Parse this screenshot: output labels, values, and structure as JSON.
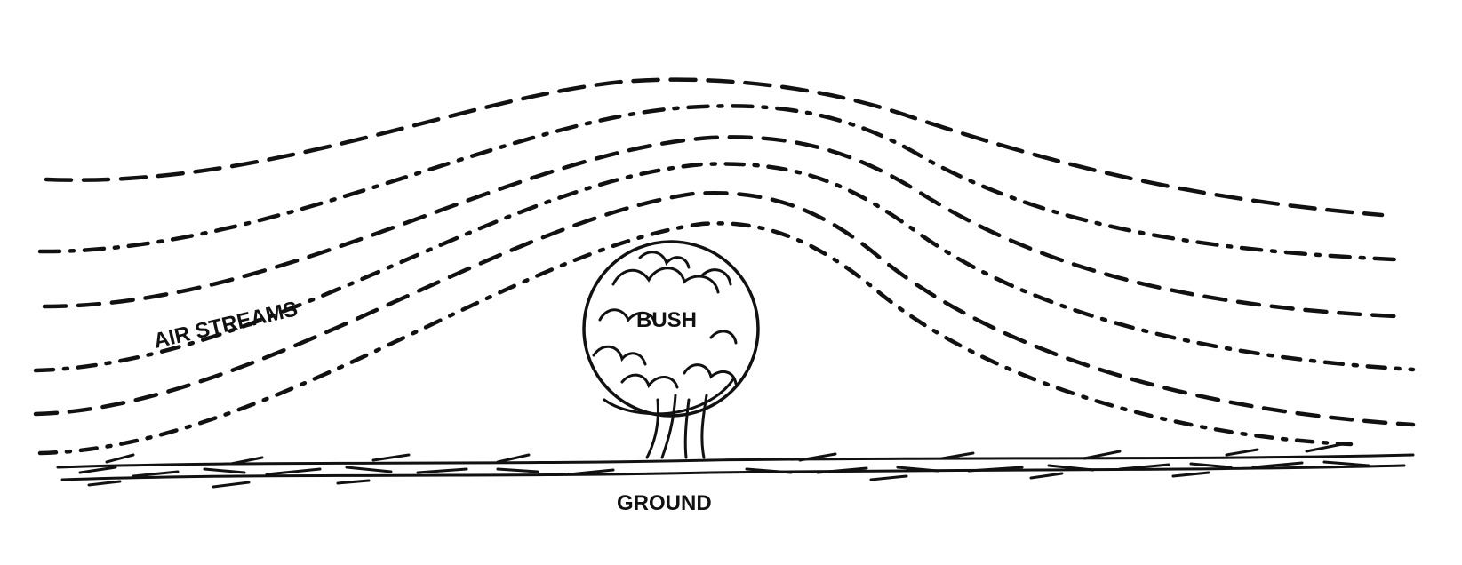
{
  "labels": {
    "air_streams": "AIR STREAMS",
    "bush": "BUSH",
    "ground": "GROUND"
  },
  "colors": {
    "ink": "#111111",
    "background": "#ffffff"
  }
}
